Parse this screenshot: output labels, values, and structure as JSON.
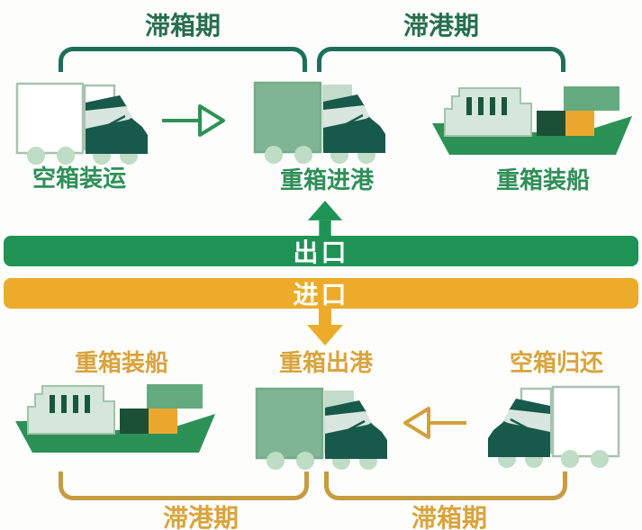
{
  "top": {
    "bracket_left_label": "滞箱期",
    "bracket_right_label": "滞港期",
    "step1_label": "空箱装运",
    "step2_label": "重箱进港",
    "step3_label": "重箱装船"
  },
  "bars": {
    "export_label": "出口",
    "import_label": "进口"
  },
  "bottom": {
    "step1_label": "重箱装船",
    "step2_label": "重箱出港",
    "step3_label": "空箱归还",
    "bracket_left_label": "滞港期",
    "bracket_right_label": "滞箱期"
  },
  "icons": {
    "right-arrow-icon": "→",
    "left-arrow-icon": "←",
    "up-arrow-icon": "▲",
    "down-arrow-icon": "▼",
    "empty-truck-icon": "truck with white empty container",
    "loaded-truck-icon": "truck with green loaded container",
    "cargo-ship-icon": "container ship with stacked containers"
  },
  "colors": {
    "bar_green": "#1f9356",
    "bar_orange": "#ecab2a",
    "bar_text": "#ffffff",
    "bracket_green": "#1d6f5a",
    "bracket_gold": "#c79b41",
    "label_dark_green": "#266e4e",
    "label_green": "#2e8f58",
    "label_gold": "#d8a43c",
    "arrow_green": "#2f9155",
    "arrow_gold": "#d3a03c",
    "cab_dark": "#175a4c",
    "windshield": "#d9e5df",
    "wheel": "#bedcc6",
    "container_green": "#7fb593",
    "container_green_border": "#74ab89",
    "container_light": "#c3dcca",
    "empty_border": "#a9c2b0",
    "hull_green": "#2c9156",
    "superstructure": "#d5e7da",
    "superstructure_border": "#a2c3a9",
    "window_dark": "#19563f",
    "ship_container_dark": "#1b5037",
    "ship_container_orange": "#eca72f",
    "ship_container_green": "#63aa7e"
  }
}
